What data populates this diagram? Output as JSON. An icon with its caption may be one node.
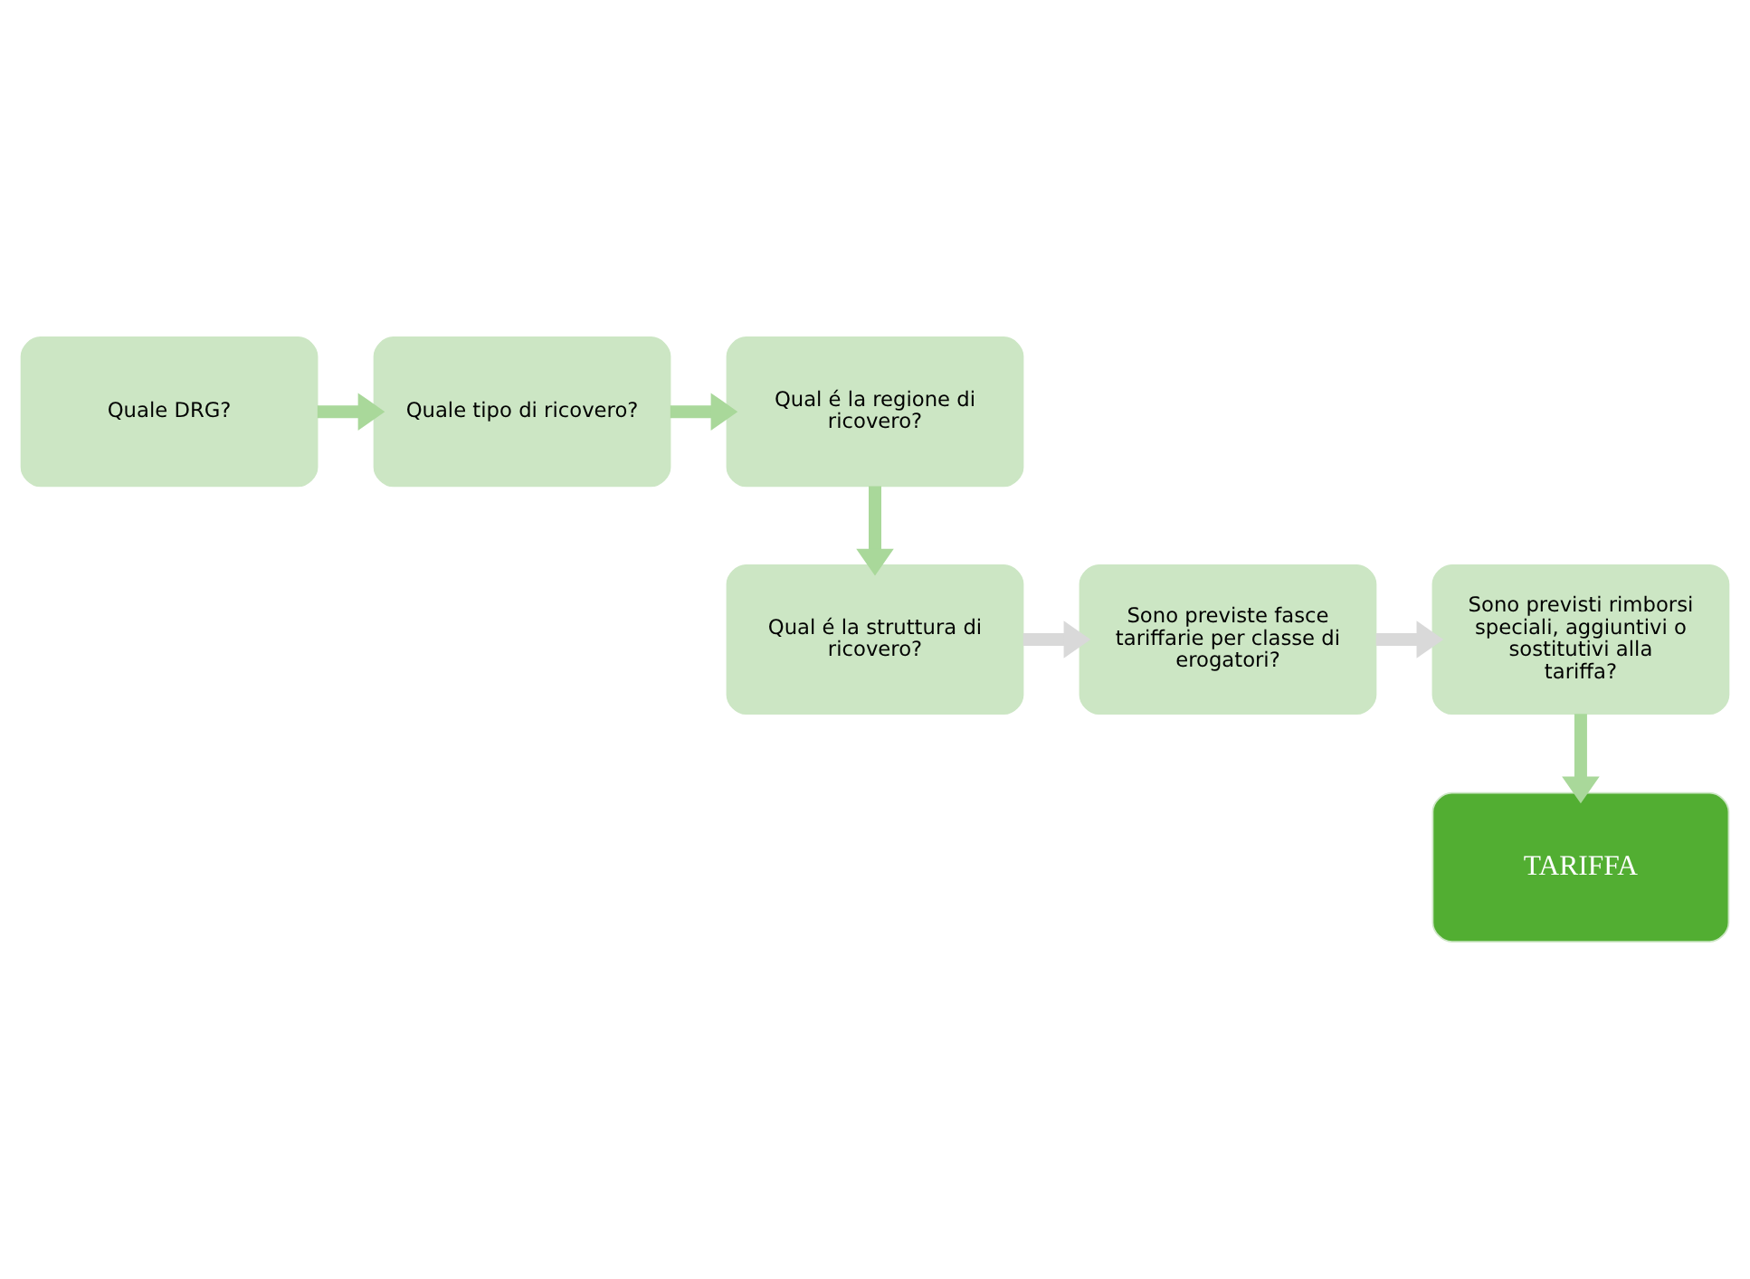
{
  "diagram": {
    "nodes": [
      {
        "text": [
          "Quale DRG?"
        ]
      },
      {
        "text": [
          "Quale tipo di ricovero?"
        ]
      },
      {
        "text": [
          "Qual é la regione di ricovero?"
        ]
      },
      {
        "text": [
          "Qual é la struttura di ricovero?"
        ]
      },
      {
        "text": [
          "Sono previste fasce tariffarie per classe di erogatori?"
        ]
      },
      {
        "text": [
          "Sono previsti rimborsi speciali, aggiuntivi o sostitutivi alla tariffa?"
        ]
      },
      {
        "text": [
          "TARIFFA"
        ]
      }
    ],
    "edges": [
      {
        "from": 0,
        "to": 1,
        "arrow": "to"
      },
      {
        "from": 1,
        "to": 2,
        "arrow": "to"
      },
      {
        "from": 2,
        "to": 3,
        "arrow": "to"
      },
      {
        "from": 3,
        "to": 4,
        "arrow": "to",
        "color": "#d9d9d9"
      },
      {
        "from": 4,
        "to": 5,
        "arrow": "to",
        "color": "#d9d9d9"
      },
      {
        "from": 5,
        "to": 6,
        "arrow": "to"
      }
    ]
  }
}
